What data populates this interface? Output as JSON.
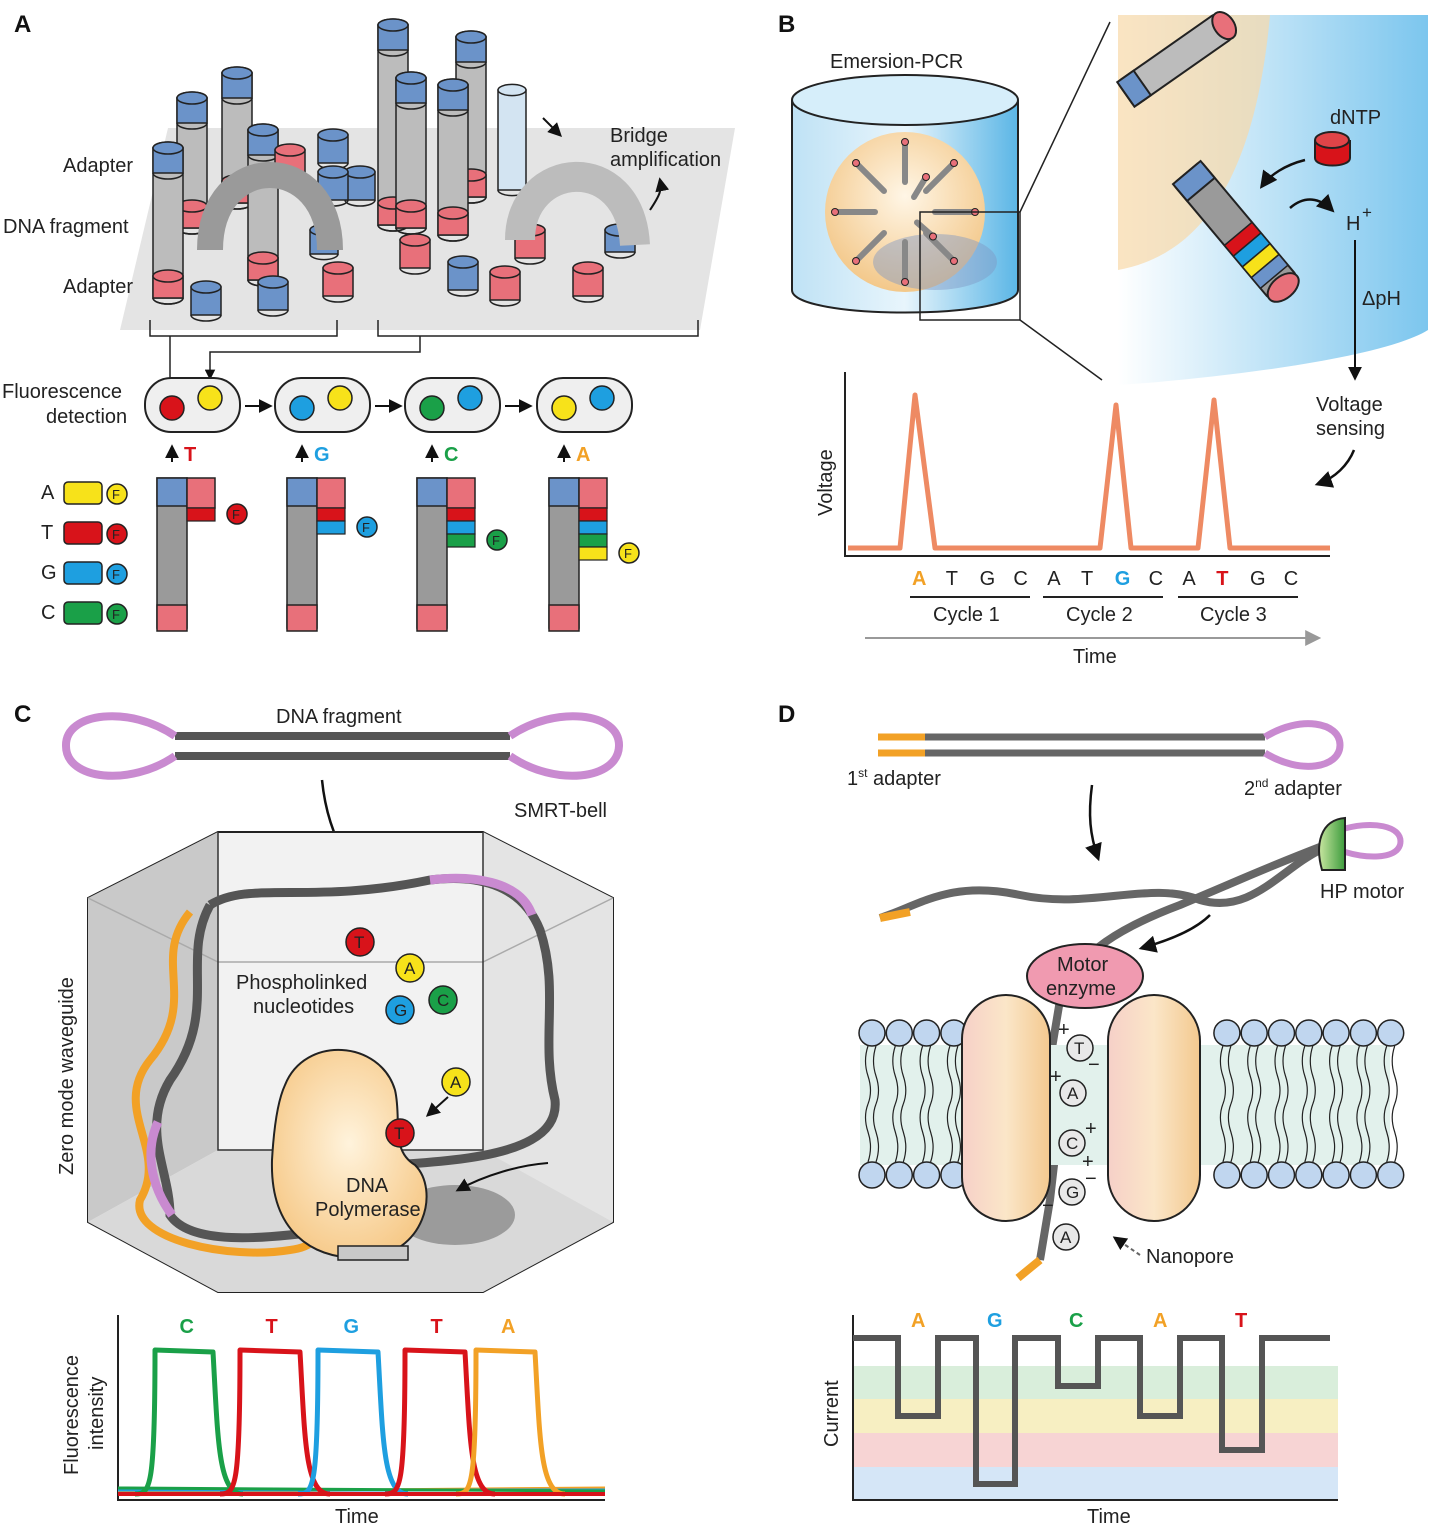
{
  "colors": {
    "A": "#f2a126",
    "T": "#d8131a",
    "G": "#1e9fe0",
    "C": "#1aa048",
    "adapter_blue": "#6b93c9",
    "adapter_red": "#e8707a",
    "dna_gray": "#8a8a8a",
    "trace_orange": "#ee8a63",
    "loop_purple": "#c98ad0"
  },
  "panel_a": {
    "letter": "A",
    "label_adapter_top": "Adapter",
    "label_fragment": "DNA fragment",
    "label_adapter_bottom": "Adapter",
    "label_bridge_1": "Bridge",
    "label_bridge_2": "amplification",
    "label_fluor_1": "Fluorescence",
    "label_fluor_2": "detection",
    "fluor_marker": "F",
    "steps": [
      {
        "base": "T",
        "color": "#d8131a"
      },
      {
        "base": "G",
        "color": "#1e9fe0"
      },
      {
        "base": "C",
        "color": "#1aa048"
      },
      {
        "base": "A",
        "color": "#f2a126"
      }
    ],
    "legend": [
      "A",
      "T",
      "G",
      "C"
    ]
  },
  "panel_b": {
    "letter": "B",
    "label_pcr": "Emersion-PCR",
    "label_dntp": "dNTP",
    "label_h": "H",
    "label_h_sup": "+",
    "label_dph": "ΔpH",
    "label_voltage_1": "Voltage",
    "label_voltage_2": "sensing",
    "ylabel": "Voltage",
    "xlabel": "Time",
    "sequence": [
      "A",
      "T",
      "G",
      "C",
      "A",
      "T",
      "G",
      "C",
      "A",
      "T",
      "G",
      "C"
    ],
    "highlight": {
      "0": "#f2a126",
      "6": "#1e9fe0",
      "9": "#d8131a"
    },
    "cycles": [
      "Cycle 1",
      "Cycle 2",
      "Cycle 3"
    ]
  },
  "panel_c": {
    "letter": "C",
    "label_fragment": "DNA fragment",
    "label_smrt": "SMRT-bell",
    "label_zmw": "Zero mode waveguide",
    "label_nuc_1": "Phospholinked",
    "label_nuc_2": "nucleotides",
    "label_poly_1": "DNA",
    "label_poly_2": "Polymerase",
    "nucleotides": [
      "T",
      "A",
      "G",
      "C"
    ],
    "incoming": "A",
    "bound": "T",
    "ylabel_1": "Fluorescence",
    "ylabel_2": "intensity",
    "xlabel": "Time",
    "pulses": [
      {
        "base": "C",
        "color": "#1aa048"
      },
      {
        "base": "T",
        "color": "#d8131a"
      },
      {
        "base": "G",
        "color": "#1e9fe0"
      },
      {
        "base": "T",
        "color": "#d8131a"
      },
      {
        "base": "A",
        "color": "#f2a126"
      }
    ]
  },
  "panel_d": {
    "letter": "D",
    "label_adapter1": "1",
    "label_adapter1_sup": "st",
    "label_adapter1_rest": " adapter",
    "label_adapter2": "2",
    "label_adapter2_sup": "nd",
    "label_adapter2_rest": " adapter",
    "label_hp": "HP motor",
    "label_motor_1": "Motor",
    "label_motor_2": "enzyme",
    "label_nanopore": "Nanopore",
    "pore_bases": [
      "T",
      "A",
      "C",
      "G",
      "A"
    ],
    "ylabel": "Current",
    "xlabel": "Time",
    "levels": [
      {
        "base": "A",
        "color": "#f2a126"
      },
      {
        "base": "G",
        "color": "#1e9fe0"
      },
      {
        "base": "C",
        "color": "#1aa048"
      },
      {
        "base": "A",
        "color": "#f2a126"
      },
      {
        "base": "T",
        "color": "#d8131a"
      }
    ]
  }
}
